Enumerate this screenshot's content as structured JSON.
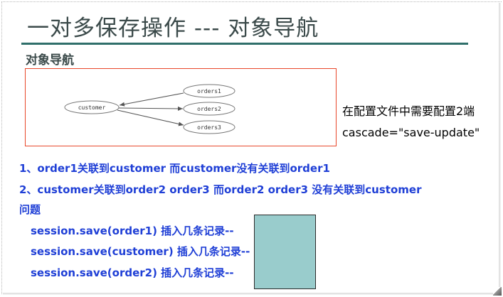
{
  "slide": {
    "title": "一对多保存操作  ---  对象导航",
    "subtitle": "对象导航",
    "diagram": {
      "source_node": "customer",
      "target_nodes": [
        "orders1",
        "orders2",
        "orders3"
      ]
    },
    "side_notes": [
      "在配置文件中需要配置2端",
      "cascade=\"save-update\""
    ],
    "points": [
      "1、order1关联到customer 而customer没有关联到order1",
      "2、customer关联到order2 order3    而order2 order3 没有关联到customer"
    ],
    "question_label": "问题",
    "questions": [
      "session.save(order1) 插入几条记录--",
      "session.save(customer) 插入几条记录--",
      "session.save(order2) 插入几条记录--"
    ],
    "colors": {
      "title_text": "#3b4a4a",
      "title_rule": "#2f6f6a",
      "diagram_border": "#e8472a",
      "point_text": "#1f3fd6",
      "answer_box": "#99cccc"
    }
  }
}
